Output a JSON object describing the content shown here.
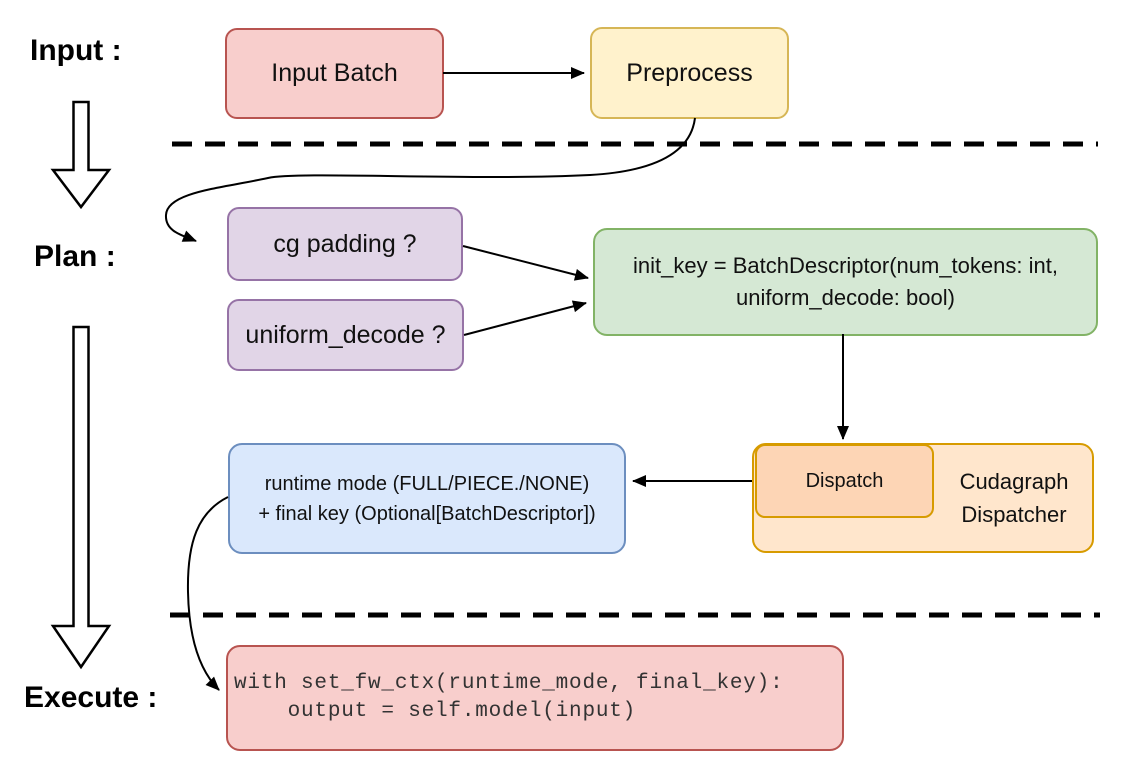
{
  "colors": {
    "red_fill": "#f8cecc",
    "red_stroke": "#b85450",
    "yellow_fill": "#fff2cc",
    "yellow_stroke": "#d6b656",
    "purple_fill": "#e1d5e7",
    "purple_stroke": "#9673a6",
    "green_fill": "#d5e8d4",
    "green_stroke": "#82b366",
    "blue_fill": "#dae8fc",
    "blue_stroke": "#6c8ebf",
    "orange_fill": "#ffe6cc",
    "orange_stroke": "#d79b00",
    "dispatch_fill": "#fdd5b5",
    "line": "#000000"
  },
  "labels": {
    "input": "Input :",
    "plan": "Plan :",
    "execute": "Execute :"
  },
  "nodes": {
    "input_batch": {
      "label": "Input Batch"
    },
    "preprocess": {
      "label": "Preprocess"
    },
    "cg_padding": {
      "label": "cg padding ?"
    },
    "uniform_decode": {
      "label": "uniform_decode ?"
    },
    "init_key": {
      "label": "init_key = BatchDescriptor(num_tokens: int,\nuniform_decode: bool)"
    },
    "runtime_mode": {
      "label": "runtime mode (FULL/PIECE./NONE)\n+ final key (Optional[BatchDescriptor])"
    },
    "dispatch": {
      "label": "Dispatch"
    },
    "cudagraph_dispatcher": {
      "label": "Cudagraph\nDispatcher"
    },
    "execute_code": {
      "label": "with set_fw_ctx(runtime_mode, final_key):\n    output = self.model(input)"
    }
  },
  "edges": [
    {
      "from": "input-batch",
      "to": "preprocess"
    },
    {
      "from": "preprocess",
      "to": "cg-padding"
    },
    {
      "from": "cg-padding",
      "to": "init-key"
    },
    {
      "from": "uniform-decode",
      "to": "init-key"
    },
    {
      "from": "init-key",
      "to": "dispatch"
    },
    {
      "from": "dispatch",
      "to": "runtime-mode"
    },
    {
      "from": "runtime-mode",
      "to": "execute-code"
    }
  ],
  "separators": [
    {
      "between": "input-plan"
    },
    {
      "between": "plan-execute"
    }
  ]
}
